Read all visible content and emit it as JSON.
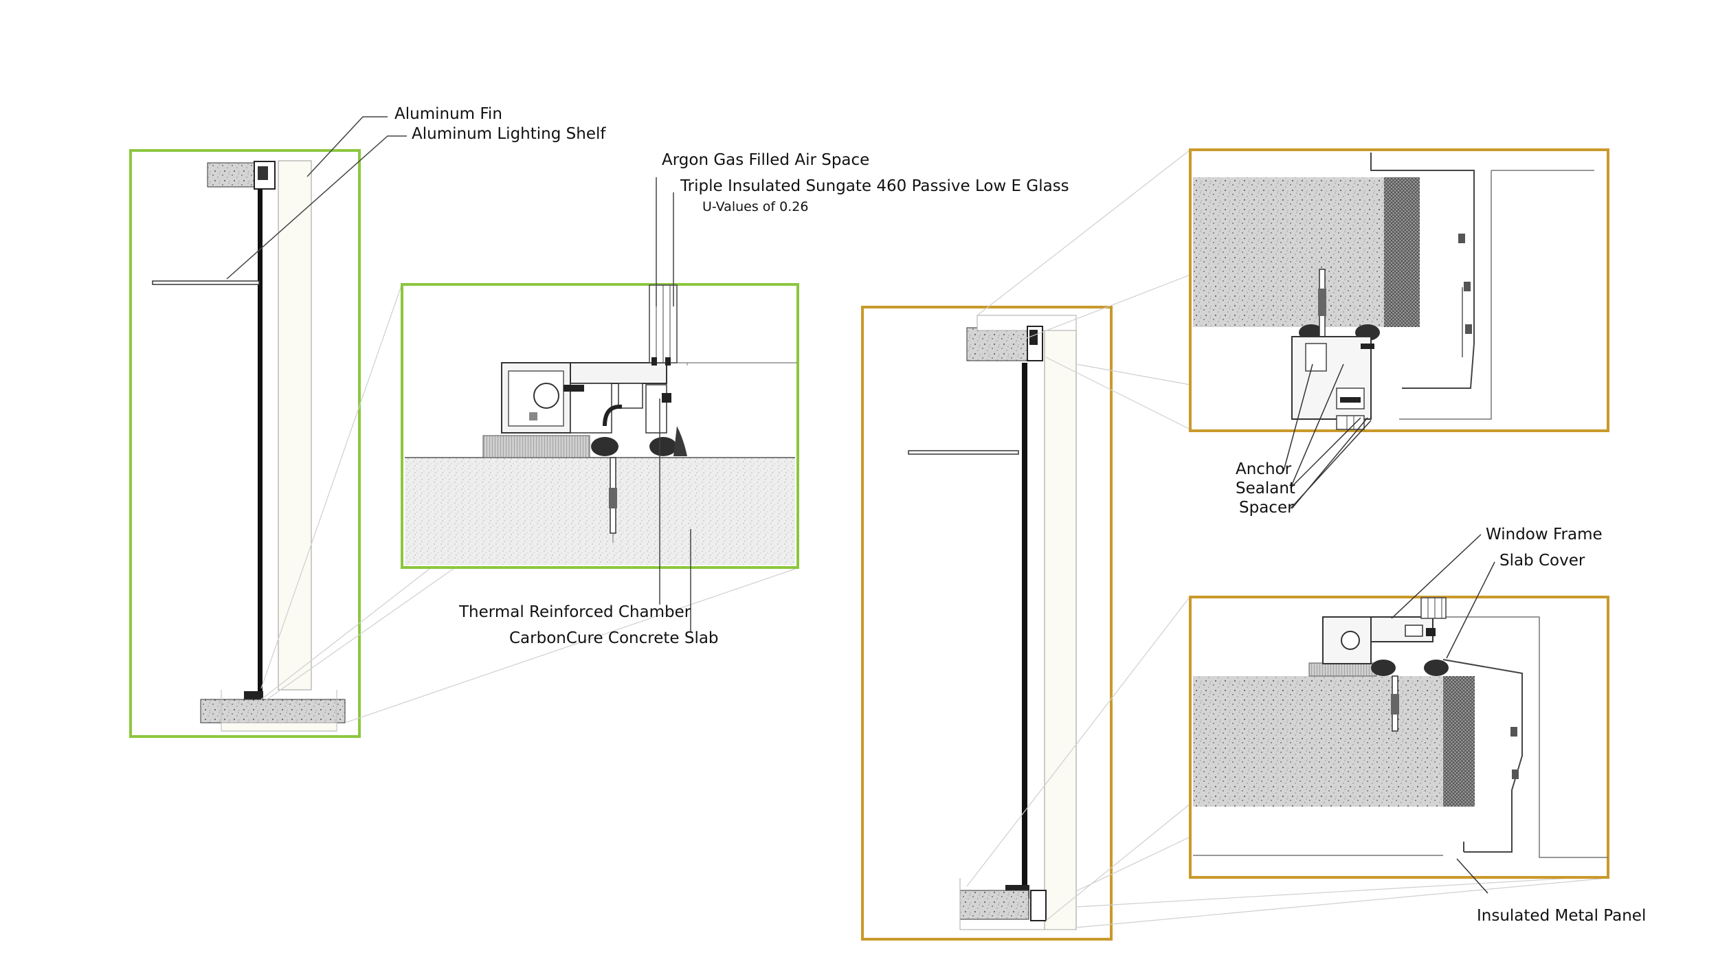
{
  "colors": {
    "green_frame": "#8cc63f",
    "gold_frame": "#c9992a",
    "concrete": "#c8c8c8",
    "line": "#222222",
    "leader": "#555555",
    "guide": "#bbbbbb",
    "fill_cream": "#fbfaf3"
  },
  "labels": {
    "aluminum_fin": "Aluminum Fin",
    "aluminum_lighting_shelf": "Aluminum Lighting Shelf",
    "argon_gas": "Argon Gas Filled Air Space",
    "triple_glass": "Triple Insulated Sungate 460 Passive Low E Glass",
    "u_values": "U-Values of 0.26",
    "thermal_chamber": "Thermal Reinforced Chamber",
    "carboncure_slab": "CarbonCure Concrete Slab",
    "anchor": "Anchor",
    "sealant": "Sealant",
    "spacer": "Spacer",
    "window_frame": "Window Frame",
    "slab_cover": "Slab Cover",
    "insulated_metal_panel": "Insulated Metal Panel"
  }
}
